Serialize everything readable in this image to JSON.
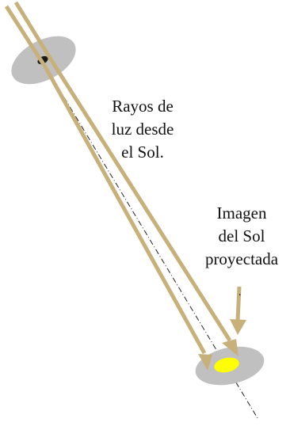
{
  "labels": {
    "rays": [
      "Rayos de",
      "luz desde",
      "el Sol."
    ],
    "image": [
      "Imagen",
      "del Sol",
      "proyectada"
    ]
  },
  "colors": {
    "background": "#ffffff",
    "ray": "#c8b07a",
    "disk": "#c0c0c0",
    "hole": "#1a1a1a",
    "sun_image": "#ffff00",
    "axis": "#222222"
  }
}
